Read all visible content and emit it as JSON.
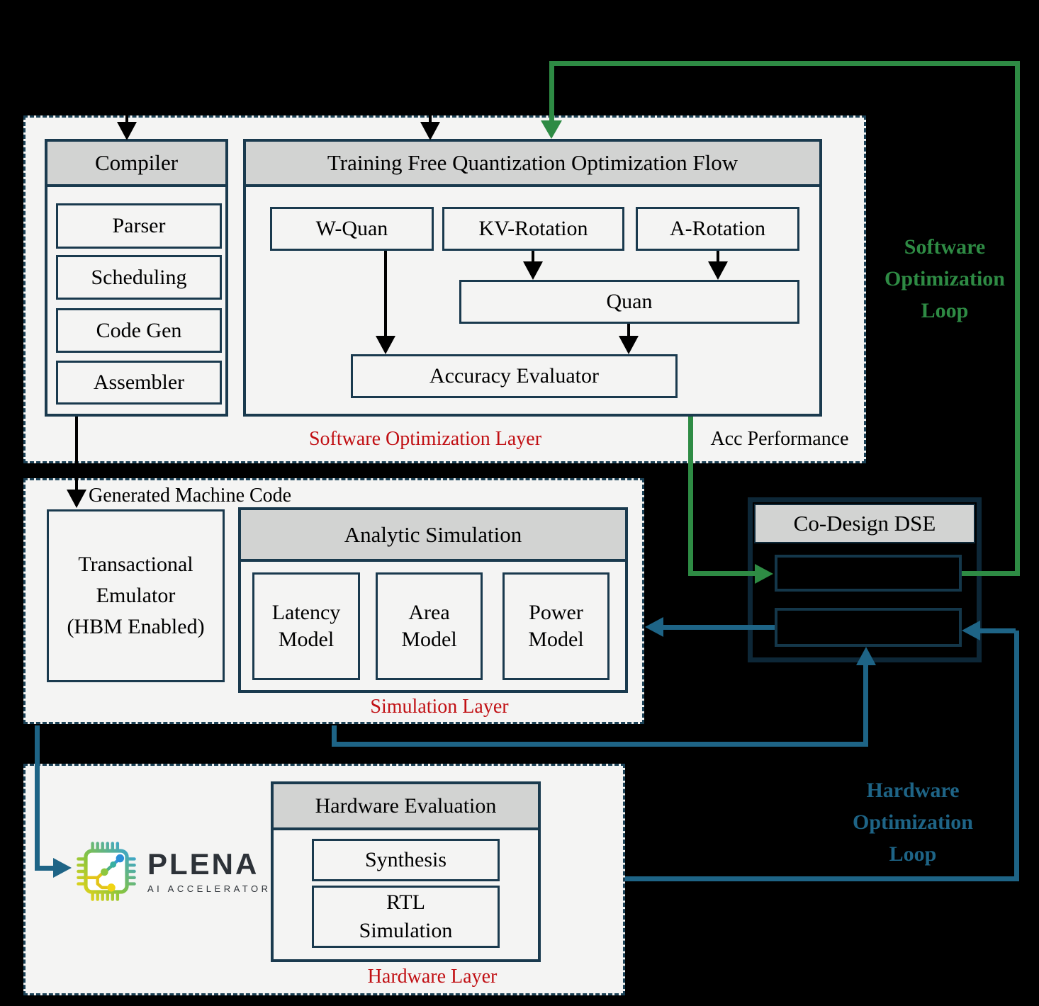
{
  "colors": {
    "background": "#000000",
    "panel_fill": "#f4f4f3",
    "header_fill": "#d2d3d2",
    "box_border": "#1a3a4e",
    "dse_border": "#0d2737",
    "green_accent": "#2e8b44",
    "blue_accent": "#1e6486",
    "red_accent": "#c11014"
  },
  "software_layer": {
    "label": "Software Optimization Layer",
    "acc_performance_label": "Acc Performance",
    "compiler": {
      "title": "Compiler",
      "items": [
        "Parser",
        "Scheduling",
        "Code Gen",
        "Assembler"
      ]
    },
    "quant_flow": {
      "title": "Training Free Quantization Optimization Flow",
      "w_quan": "W-Quan",
      "kv_rotation": "KV-Rotation",
      "a_rotation": "A-Rotation",
      "quan": "Quan",
      "accuracy_evaluator": "Accuracy Evaluator"
    }
  },
  "simulation_layer": {
    "label": "Simulation Layer",
    "generated_machine_code_label": "Generated Machine Code",
    "transactional_emulator": {
      "line1": "Transactional",
      "line2": "Emulator",
      "line3": "(HBM Enabled)"
    },
    "analytic_simulation": {
      "title": "Analytic Simulation",
      "models": [
        {
          "line1": "Latency",
          "line2": "Model"
        },
        {
          "line1": "Area",
          "line2": "Model"
        },
        {
          "line1": "Power",
          "line2": "Model"
        }
      ]
    }
  },
  "hardware_layer": {
    "label": "Hardware Layer",
    "plena": {
      "name": "PLENA",
      "subtitle": "AI ACCELERATOR"
    },
    "hardware_evaluation": {
      "title": "Hardware Evaluation",
      "synthesis": "Synthesis",
      "rtl": {
        "line1": "RTL",
        "line2": "Simulation"
      }
    }
  },
  "codesign_dse": {
    "title": "Co-Design DSE"
  },
  "loops": {
    "software": {
      "line1": "Software",
      "line2": "Optimization",
      "line3": "Loop"
    },
    "hardware": {
      "line1": "Hardware",
      "line2": "Optimization",
      "line3": "Loop"
    }
  }
}
